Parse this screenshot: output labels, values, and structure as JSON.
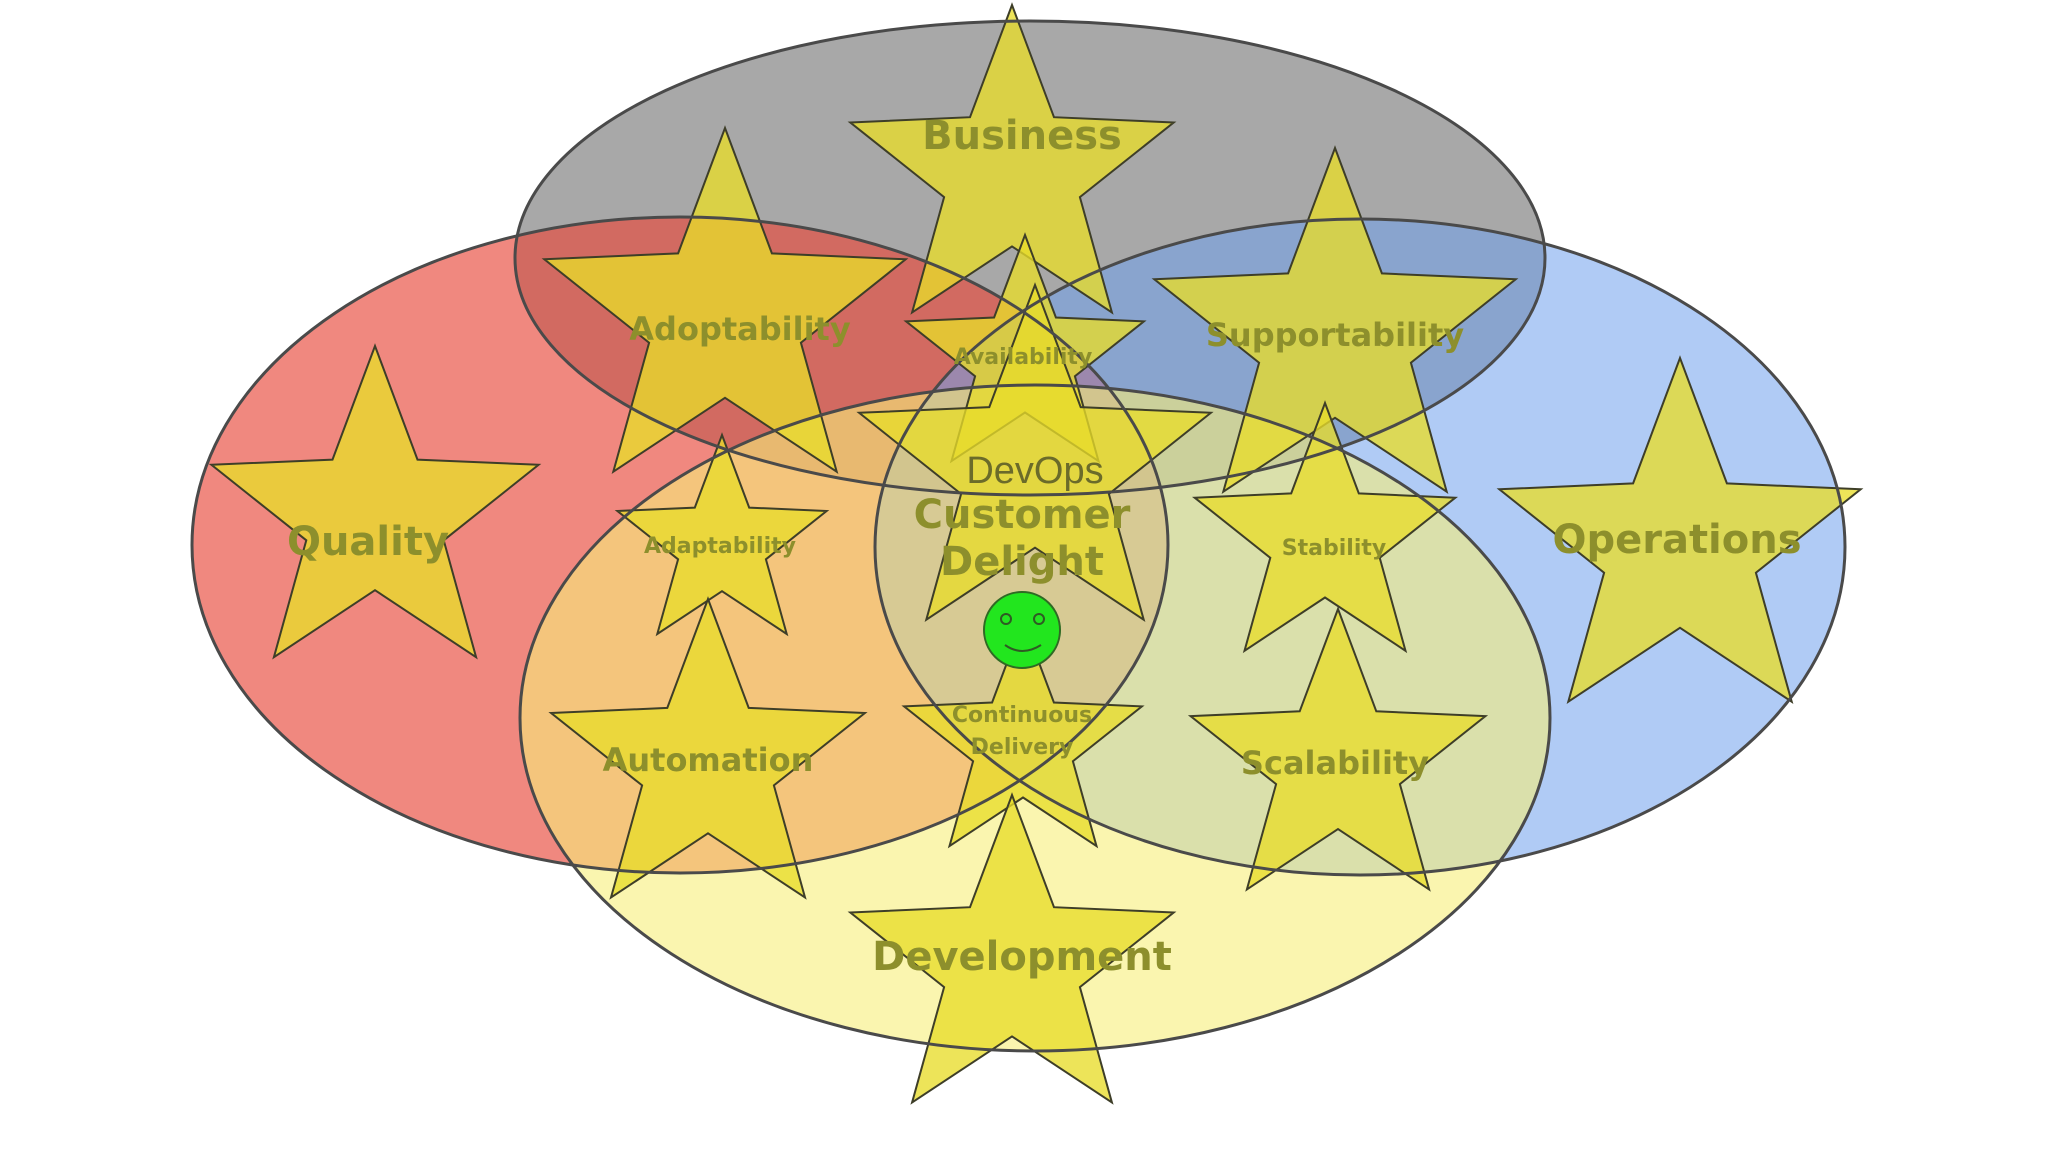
{
  "circles": [
    {
      "name": "business",
      "label": "Business",
      "color": "#8f8f8f"
    },
    {
      "name": "quality",
      "label": "Quality",
      "color": "#e8483a"
    },
    {
      "name": "operations",
      "label": "Operations",
      "color": "#6fa0ec"
    },
    {
      "name": "development",
      "label": "Development",
      "color": "#f7ef7a"
    }
  ],
  "overlap_labels": {
    "adoptability": "Adoptability",
    "availability": "Availability",
    "supportability": "Supportability",
    "adaptability": "Adaptability",
    "stability": "Stability",
    "automation": "Automation",
    "scalability": "Scalability",
    "continuous_delivery_line1": "Continuous",
    "continuous_delivery_line2": "Delivery"
  },
  "center": {
    "title": "DevOps",
    "line1": "Customer",
    "line2": "Delight"
  },
  "smiley_color": "#22e61e",
  "star_color": "#e8dc2a"
}
